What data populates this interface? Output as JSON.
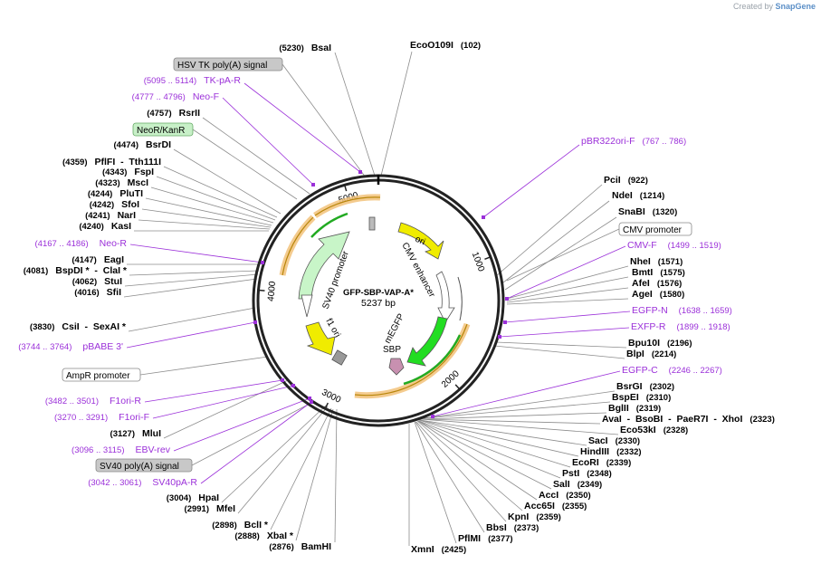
{
  "credit": {
    "prefix": "Created by",
    "brand": "SnapGene"
  },
  "center": {
    "name": "GFP-SBP-VAP-A*",
    "size": "5237 bp"
  },
  "ticks": [
    "1000",
    "2000",
    "3000",
    "4000",
    "5000"
  ],
  "sites_right": [
    {
      "name": "EcoO109I",
      "pos": "(102)"
    },
    {
      "name": "PciI",
      "pos": "(922)"
    },
    {
      "name": "NdeI",
      "pos": "(1214)"
    },
    {
      "name": "SnaBI",
      "pos": "(1320)"
    },
    {
      "name": "NheI",
      "pos": "(1571)"
    },
    {
      "name": "BmtI",
      "pos": "(1575)"
    },
    {
      "name": "AfeI",
      "pos": "(1576)"
    },
    {
      "name": "AgeI",
      "pos": "(1580)"
    },
    {
      "name": "Bpu10I",
      "pos": "(2196)"
    },
    {
      "name": "BlpI",
      "pos": "(2214)"
    },
    {
      "name": "BsrGI",
      "pos": "(2302)"
    },
    {
      "name": "BspEI",
      "pos": "(2310)"
    },
    {
      "name": "BglII",
      "pos": "(2319)"
    },
    {
      "name": "AvaI  -  BsoBI  -  PaeR7I  -  XhoI",
      "pos": "(2323)"
    },
    {
      "name": "Eco53kI",
      "pos": "(2328)"
    },
    {
      "name": "SacI",
      "pos": "(2330)"
    },
    {
      "name": "HindIII",
      "pos": "(2332)"
    },
    {
      "name": "EcoRI",
      "pos": "(2339)"
    },
    {
      "name": "PstI",
      "pos": "(2348)"
    },
    {
      "name": "SalI",
      "pos": "(2349)"
    },
    {
      "name": "AccI",
      "pos": "(2350)"
    },
    {
      "name": "Acc65I",
      "pos": "(2355)"
    },
    {
      "name": "KpnI",
      "pos": "(2359)"
    },
    {
      "name": "BbsI",
      "pos": "(2373)"
    },
    {
      "name": "PflMI",
      "pos": "(2377)"
    },
    {
      "name": "XmnI",
      "pos": "(2425)"
    }
  ],
  "sites_left": [
    {
      "name": "BsaI",
      "pos": "(5230)"
    },
    {
      "name": "RsrII",
      "pos": "(4757)"
    },
    {
      "name": "BsrDI",
      "pos": "(4474)"
    },
    {
      "name": "PflFI  -  Tth111I",
      "pos": "(4359)"
    },
    {
      "name": "FspI",
      "pos": "(4343)"
    },
    {
      "name": "MscI",
      "pos": "(4323)"
    },
    {
      "name": "PluTI",
      "pos": "(4244)"
    },
    {
      "name": "SfoI",
      "pos": "(4242)"
    },
    {
      "name": "NarI",
      "pos": "(4241)"
    },
    {
      "name": "KasI",
      "pos": "(4240)"
    },
    {
      "name": "EagI",
      "pos": "(4147)"
    },
    {
      "name": "BspDI *  -  ClaI *",
      "pos": "(4081)"
    },
    {
      "name": "StuI",
      "pos": "(4062)"
    },
    {
      "name": "SfiI",
      "pos": "(4016)"
    },
    {
      "name": "CsiI  -  SexAI *",
      "pos": "(3830)"
    },
    {
      "name": "MluI",
      "pos": "(3127)"
    },
    {
      "name": "HpaI",
      "pos": "(3004)"
    },
    {
      "name": "MfeI",
      "pos": "(2991)"
    },
    {
      "name": "BclI *",
      "pos": "(2898)"
    },
    {
      "name": "XbaI *",
      "pos": "(2888)"
    },
    {
      "name": "BamHI",
      "pos": "(2876)"
    }
  ],
  "primers_right": [
    {
      "name": "pBR322ori-F",
      "pos": "(767 .. 786)"
    },
    {
      "name": "CMV-F",
      "pos": "(1499 .. 1519)"
    },
    {
      "name": "EGFP-N",
      "pos": "(1638 .. 1659)"
    },
    {
      "name": "EXFP-R",
      "pos": "(1899 .. 1918)"
    },
    {
      "name": "EGFP-C",
      "pos": "(2246 .. 2267)"
    }
  ],
  "primers_left": [
    {
      "name": "TK-pA-R",
      "pos": "(5095 .. 5114)"
    },
    {
      "name": "Neo-F",
      "pos": "(4777 .. 4796)"
    },
    {
      "name": "Neo-R",
      "pos": "(4167 .. 4186)"
    },
    {
      "name": "pBABE 3'",
      "pos": "(3744 .. 3764)"
    },
    {
      "name": "F1ori-R",
      "pos": "(3482 .. 3501)"
    },
    {
      "name": "F1ori-F",
      "pos": "(3270 .. 3291)"
    },
    {
      "name": "EBV-rev",
      "pos": "(3096 .. 3115)"
    },
    {
      "name": "SV40pA-R",
      "pos": "(3042 .. 3061)"
    }
  ],
  "boxed_features": [
    {
      "name": "HSV TK poly(A) signal",
      "color": "#c8c8c8"
    },
    {
      "name": "NeoR/KanR",
      "color": "#c8f0c8"
    },
    {
      "name": "CMV promoter",
      "color": "#ffffff"
    },
    {
      "name": "AmpR promoter",
      "color": "#ffffff"
    },
    {
      "name": "SV40 poly(A) signal",
      "color": "#c8c8c8"
    }
  ],
  "inner_features": [
    {
      "name": "ori",
      "color": "#f0ec00"
    },
    {
      "name": "CMV enhancer",
      "color": "#ffffff"
    },
    {
      "name": "mEGFP",
      "color": "#22dd22"
    },
    {
      "name": "SBP",
      "color": "#c890b0"
    },
    {
      "name": "SV40 promoter",
      "color": "#c8f5c8"
    },
    {
      "name": "f1 ori",
      "color": "#f0ec00"
    }
  ],
  "colors": {
    "primer": "#9b30d9",
    "enzyme_line": "#808080",
    "backbone": "#222222",
    "orf": "#f2c27a"
  }
}
